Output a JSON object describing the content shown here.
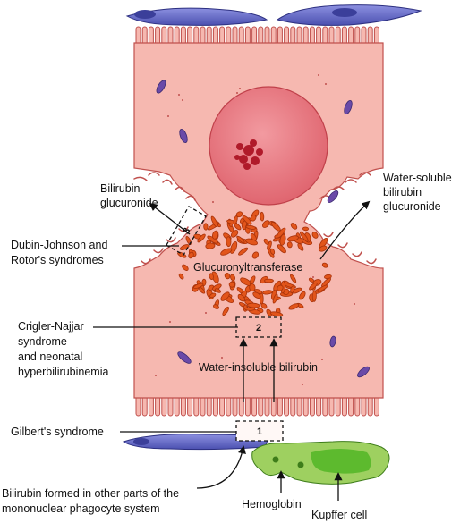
{
  "labels": {
    "bilirubin_glucuronide": [
      "Bilirubin",
      "glucuronide"
    ],
    "water_soluble": [
      "Water-soluble",
      "bilirubin",
      "glucuronide"
    ],
    "dubin_johnson": [
      "Dubin-Johnson and",
      "Rotor's syndromes"
    ],
    "glucuronyltransferase": "Glucuronyltransferase",
    "crigler_najjar": [
      "Crigler-Najjar",
      "syndrome",
      "and neonatal",
      "hyperbilirubinemia"
    ],
    "water_insoluble": "Water-insoluble bilirubin",
    "gilberts": "Gilbert's syndrome",
    "bilirubin_formed": [
      "Bilirubin formed in other parts of the",
      "mononuclear phagocyte system"
    ],
    "hemoglobin": "Hemoglobin",
    "kupffer": "Kupffer cell"
  },
  "boxes": {
    "box1": "1",
    "box2": "2",
    "box3": "3"
  },
  "colors": {
    "cell_fill": "#f6b8b0",
    "cell_stroke": "#c0504d",
    "nucleus": "#e8747a",
    "er": "#e2551b",
    "endothelium": "#6a6fc8",
    "kupffer": "#9ed060",
    "kupffer_nucleus": "#5dba2e",
    "mito": "#6a4aa8"
  }
}
